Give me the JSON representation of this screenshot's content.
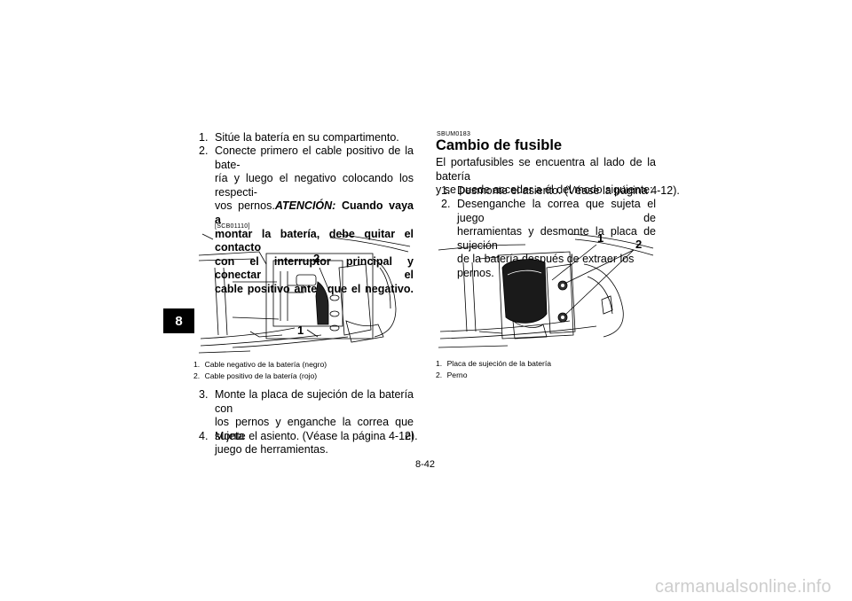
{
  "section_tab": "8",
  "left": {
    "steps_a": [
      {
        "num": "1.",
        "text": "Sitúe la batería en su compartimento."
      },
      {
        "num": "2.",
        "lines": [
          "Conecte primero el cable positivo de la bate-",
          "ría y luego el negativo colocando los respecti-"
        ],
        "line3_plain": "vos pernos.",
        "line3_label": "ATENCIÓN:",
        "line3_bold": "Cuando vaya a",
        "bold_lines": [
          "montar la batería, debe quitar el contacto",
          "con el interruptor principal y conectar el",
          "cable positivo antes que el negativo."
        ]
      }
    ],
    "warning_code": "[SCB01110]",
    "callout_1": "1",
    "callout_2": "2",
    "captions": [
      {
        "num": "1.",
        "text": "Cable negativo de la batería (negro)"
      },
      {
        "num": "2.",
        "text": "Cable positivo de la batería (rojo)"
      }
    ],
    "steps_b": [
      {
        "num": "3.",
        "lines": [
          "Monte la placa de sujeción de la batería con",
          "los pernos y enganche la correa que sujeta el",
          "juego de herramientas."
        ]
      },
      {
        "num": "4.",
        "text": "Monte el asiento. (Véase la página 4-12)."
      }
    ]
  },
  "right": {
    "section_code": "SBUM0183",
    "heading": "Cambio de fusible",
    "intro_lines": [
      "El portafusibles se encuentra al lado de la batería",
      "y se puede acceder a él del modo siguiente:"
    ],
    "steps": [
      {
        "num": "1.",
        "text": "Desmonte el asiento. (Véase la página 4-12)."
      },
      {
        "num": "2.",
        "lines": [
          "Desenganche la correa que sujeta el juego de",
          "herramientas y desmonte la placa de sujeción",
          "de la batería después de extraer los pernos."
        ]
      }
    ],
    "callout_1": "1",
    "callout_2": "2",
    "captions": [
      {
        "num": "1.",
        "text": "Placa de sujeción de la batería"
      },
      {
        "num": "2.",
        "text": "Perno"
      }
    ]
  },
  "page_number": "8-42",
  "watermark": "carmanualsonline.info"
}
